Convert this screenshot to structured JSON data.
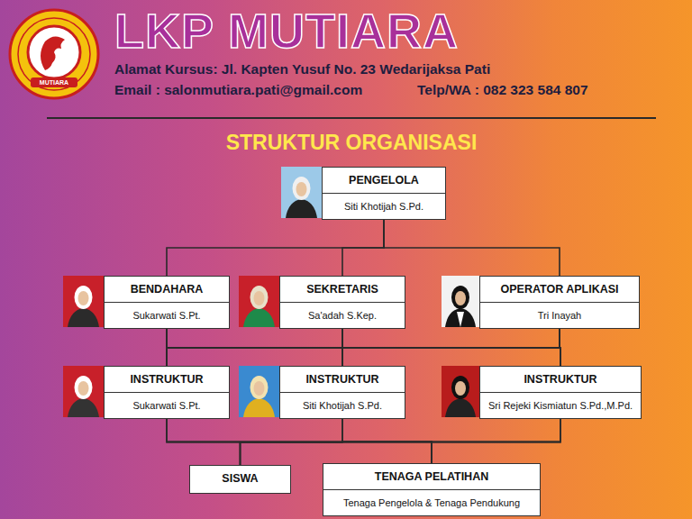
{
  "diagram": {
    "title": "LKP MUTIARA",
    "nodes": [
      {
        "text": [
          "PENGELOLA",
          "Siti Khotijah S.Pd."
        ]
      },
      {
        "text": [
          "BENDAHARA",
          "Sukarwati S.Pt."
        ]
      },
      {
        "text": [
          "SEKRETARIS",
          "Sa'adah S.Kep."
        ]
      },
      {
        "text": [
          "OPERATOR APLIKASI",
          "Tri Inayah"
        ]
      },
      {
        "text": [
          "INSTRUKTUR",
          "Sukarwati S.Pt."
        ]
      },
      {
        "text": [
          "INSTRUKTUR",
          "Siti Khotijah S.Pd."
        ]
      },
      {
        "text": [
          "INSTRUKTUR",
          "Sri Rejeki Kismiatun S.Pd.,M.Pd."
        ]
      },
      {
        "text": [
          "SISWA"
        ]
      },
      {
        "text": [
          "TENAGA PELATIHAN",
          "Tenaga Pengelola & Tenaga Pendukung"
        ]
      }
    ],
    "edges": [
      {
        "from": 0,
        "to": 1,
        "arrow": "none"
      },
      {
        "from": 0,
        "to": 2,
        "arrow": "none"
      },
      {
        "from": 0,
        "to": 3,
        "arrow": "none"
      },
      {
        "from": 1,
        "to": 4,
        "arrow": "none"
      },
      {
        "from": 1,
        "to": 5,
        "arrow": "none"
      },
      {
        "from": 1,
        "to": 6,
        "arrow": "none"
      },
      {
        "from": 2,
        "to": 4,
        "arrow": "none"
      },
      {
        "from": 2,
        "to": 5,
        "arrow": "none"
      },
      {
        "from": 2,
        "to": 6,
        "arrow": "none"
      },
      {
        "from": 3,
        "to": 4,
        "arrow": "none"
      },
      {
        "from": 3,
        "to": 5,
        "arrow": "none"
      },
      {
        "from": 3,
        "to": 6,
        "arrow": "none"
      },
      {
        "from": 4,
        "to": 7,
        "arrow": "none"
      },
      {
        "from": 4,
        "to": 8,
        "arrow": "none"
      },
      {
        "from": 5,
        "to": 7,
        "arrow": "none"
      },
      {
        "from": 5,
        "to": 8,
        "arrow": "none"
      },
      {
        "from": 6,
        "to": 7,
        "arrow": "none"
      },
      {
        "from": 6,
        "to": 8,
        "arrow": "none"
      }
    ],
    "labels": [
      "MUTIARA",
      "Alamat Kursus: Jl. Kapten Yusuf No. 23 Wedarijaksa Pati",
      "Email : salonmutiara.pati@gmail.com",
      "Telp/WA : 082 323 584 807",
      "STRUKTUR ORGANISASI"
    ]
  }
}
